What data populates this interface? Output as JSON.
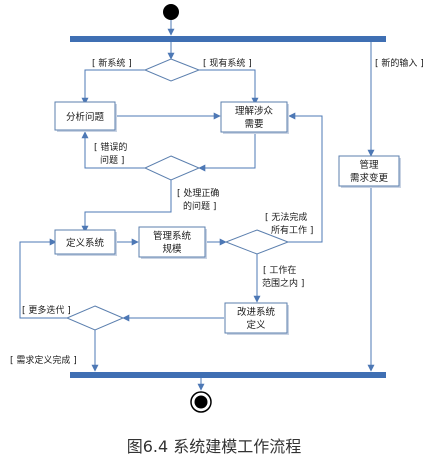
{
  "nodes": {
    "analyze": "分析问题",
    "understand": [
      "理解涉众",
      "需要"
    ],
    "manage_changes": [
      "管理",
      "需求变更"
    ],
    "define_system": "定义系统",
    "manage_scale": [
      "管理系统",
      "规模"
    ],
    "refine": [
      "改进系统",
      "定义"
    ]
  },
  "guards": {
    "new_system": "[ 新系统 ]",
    "existing_system": "[ 现有系统 ]",
    "new_input": "[ 新的输入 ]",
    "wrong_problem": [
      "[ 错误的",
      "问题 ]"
    ],
    "right_problem": [
      "[ 处理正确",
      "的问题 ]"
    ],
    "cannot_do_all": [
      "[ 无法完成",
      "所有工作 ]"
    ],
    "in_scope": [
      "[ 工作在",
      "范围之内 ]"
    ],
    "more_iterations": "[ 更多迭代 ]",
    "requirements_done": "[ 需求定义完成 ]"
  },
  "caption": "图6.4 系统建模工作流程",
  "colors": {
    "bar": "#3f6fb3",
    "edge": "#4d78b5",
    "node_border": "#5b7fae",
    "node_shadow": "#c9d3e3"
  }
}
